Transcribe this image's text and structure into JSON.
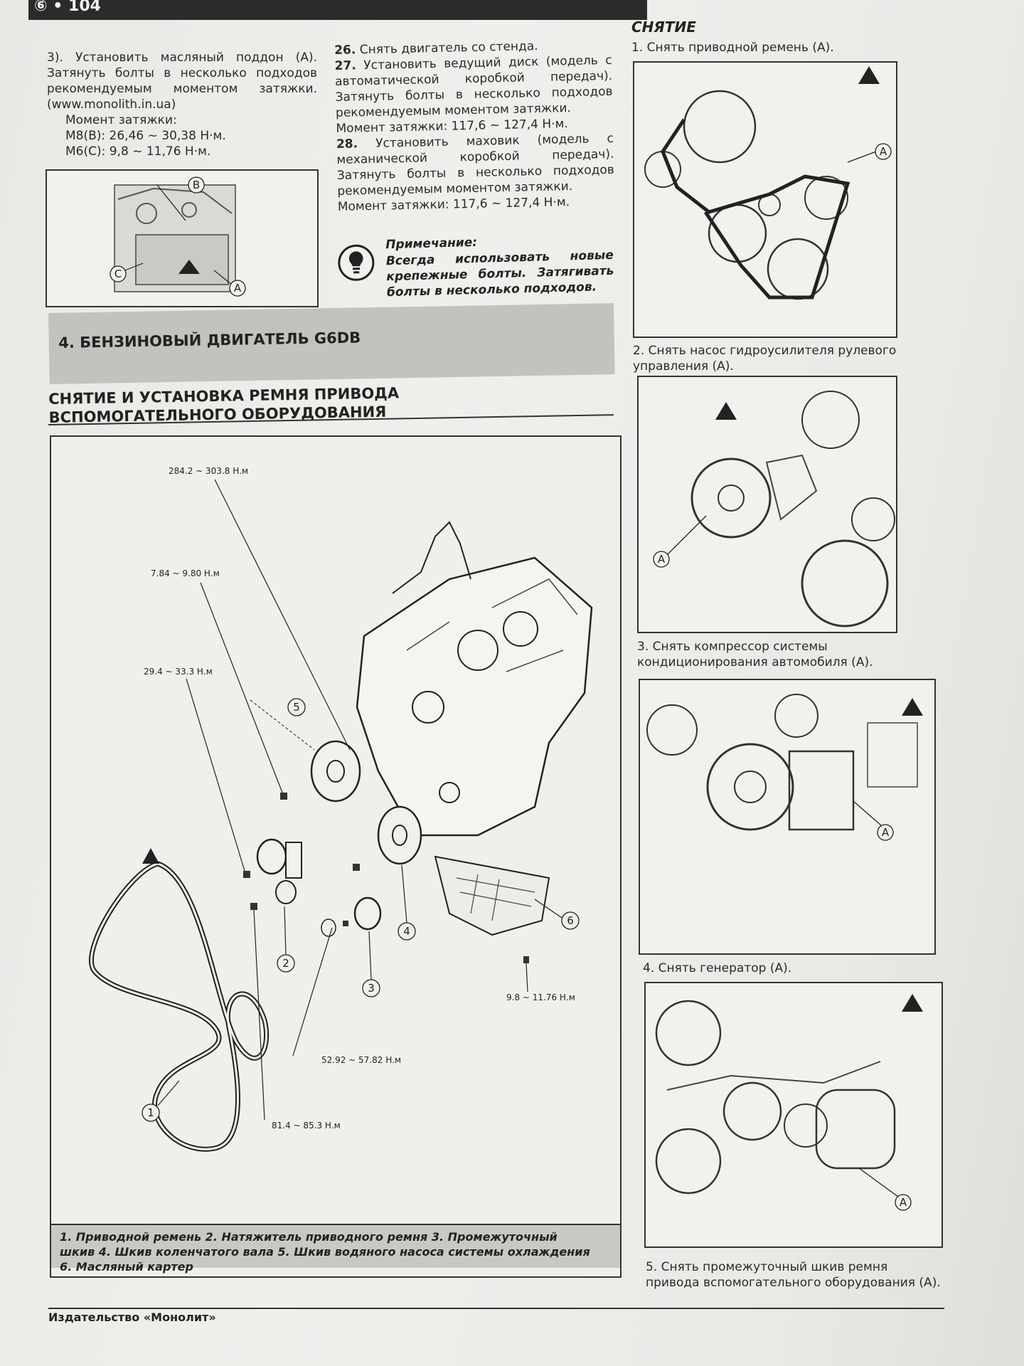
{
  "page": {
    "number": "104",
    "publisher": "Издательство «Монолит»"
  },
  "col1": {
    "para": "3). Установить масляный поддон (A). Затянуть болты в несколько подходов рекомендуемым моментом затяжки. (www.monolith.in.ua)",
    "torque_label": "Момент затяжки:",
    "torque_m8": "M8(B): 26,46 ~ 30,38 Н·м.",
    "torque_m6": "M6(C): 9,8 ~ 11,76 Н·м.",
    "fig_callouts": [
      "B",
      "C",
      "A"
    ]
  },
  "col2": {
    "items": [
      {
        "num": "26.",
        "text": "Снять двигатель со стенда."
      },
      {
        "num": "27.",
        "text": "Установить ведущий диск (модель с автоматической коробкой передач). Затянуть болты в несколько подходов рекомендуемым моментом затяжки."
      },
      {
        "num": "",
        "text": "Момент затяжки: 117,6 ~ 127,4 Н·м."
      },
      {
        "num": "28.",
        "text": "Установить маховик (модель с механической коробкой передач). Затянуть болты в несколько подходов рекомендуемым моментом затяжки."
      },
      {
        "num": "",
        "text": "Момент затяжки: 117,6 ~ 127,4 Н·м."
      }
    ],
    "note_title": "Примечание:",
    "note_text": "Всегда использовать новые крепежные болты. Затягивать болты в несколько подходов."
  },
  "section": {
    "title": "4. БЕНЗИНОВЫЙ ДВИГАТЕЛЬ G6DB",
    "subhead_line1": "СНЯТИЕ И УСТАНОВКА РЕМНЯ ПРИВОДА",
    "subhead_line2": "ВСПОМОГАТЕЛЬНОГО ОБОРУДОВАНИЯ"
  },
  "diagram": {
    "torques": {
      "t1": "284.2 ~ 303.8 Н.м",
      "t2": "7.84 ~ 9.80 Н.м",
      "t3": "29.4 ~ 33.3 Н.м",
      "t4": "52.92 ~ 57.82 Н.м",
      "t5": "9.8 ~ 11.76 Н.м",
      "t6": "81.4 ~ 85.3 Н.м"
    },
    "callouts": [
      "1",
      "2",
      "3",
      "4",
      "5",
      "6"
    ]
  },
  "legend": {
    "line1": "1. Приводной ремень 2. Натяжитель приводного ремня 3. Промежуточный",
    "line2": "шкив 4. Шкив коленчатого вала 5. Шкив водяного насоса системы охлаждения",
    "line3": "6. Масляный картер"
  },
  "right": {
    "heading": "СНЯТИЕ",
    "steps": [
      "1. Снять приводной ремень (A).",
      "2. Снять насос гидроусилителя рулевого управления (A).",
      "3. Снять компрессор системы кондиционирования автомобиля (A).",
      "4. Снять генератор (A).",
      "5. Снять промежуточный шкив ремня привода вспомогательного оборудования (A)."
    ],
    "callout": "A"
  }
}
